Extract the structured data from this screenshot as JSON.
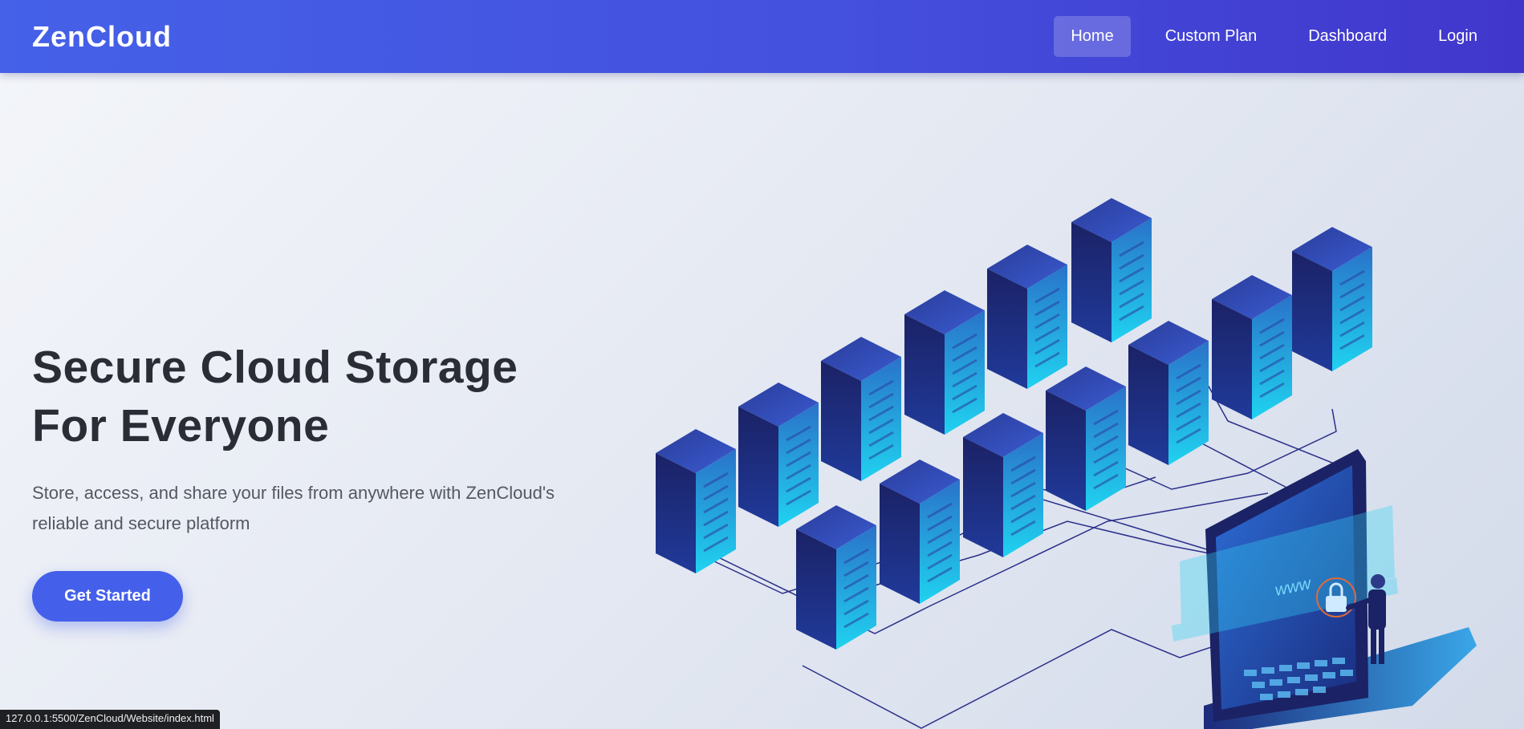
{
  "nav": {
    "brand": "ZenCloud",
    "links": [
      {
        "label": "Home",
        "active": true
      },
      {
        "label": "Custom Plan",
        "active": false
      },
      {
        "label": "Dashboard",
        "active": false
      },
      {
        "label": "Login",
        "active": false
      }
    ]
  },
  "hero": {
    "title_line1": "Secure Cloud Storage",
    "title_line2": "For Everyone",
    "subtitle_line1": "Store, access, and share your files from anywhere with ZenCloud's",
    "subtitle_line2": "reliable and secure platform",
    "cta_label": "Get Started"
  },
  "illustration": {
    "subject": "isometric server racks connected to a laptop with a person and padlock",
    "screen_text": "WWW"
  },
  "status_bar": {
    "url": "127.0.0.1:5500/ZenCloud/Website/index.html"
  },
  "colors": {
    "nav_start": "#4561e8",
    "nav_end": "#4136cc",
    "accent": "#4460ea",
    "server_dark": "#1b2266",
    "server_light": "#1fd3f0"
  }
}
